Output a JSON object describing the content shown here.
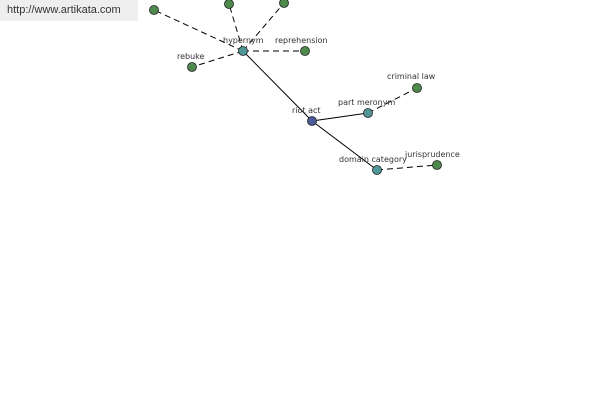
{
  "header": {
    "url": "http://www.artikata.com"
  },
  "colors": {
    "center_node": "#4a5a9c",
    "relation_node": "#4f9797",
    "leaf_node": "#4e8a4c"
  },
  "graph": {
    "nodes": {
      "center": {
        "label": "riot act",
        "kind": "center"
      },
      "hypernym": {
        "label": "hypernym",
        "kind": "relation"
      },
      "part_meronym": {
        "label": "part meronym",
        "kind": "relation"
      },
      "domain_category": {
        "label": "domain category",
        "kind": "relation"
      },
      "criminal_law": {
        "label": "criminal law",
        "kind": "leaf"
      },
      "jurisprudence": {
        "label": "jurisprudence",
        "kind": "leaf"
      },
      "rebuke": {
        "label": "rebuke",
        "kind": "leaf"
      },
      "reprehension": {
        "label": "reprehension",
        "kind": "leaf"
      },
      "leaf_a": {
        "label": "",
        "kind": "leaf"
      },
      "leaf_b": {
        "label": "",
        "kind": "leaf"
      },
      "leaf_c": {
        "label": "",
        "kind": "leaf"
      }
    },
    "edges": [
      {
        "from": "center",
        "to": "hypernym",
        "style": "solid"
      },
      {
        "from": "center",
        "to": "part_meronym",
        "style": "solid"
      },
      {
        "from": "center",
        "to": "domain_category",
        "style": "solid"
      },
      {
        "from": "part_meronym",
        "to": "criminal_law",
        "style": "dashed"
      },
      {
        "from": "domain_category",
        "to": "jurisprudence",
        "style": "dashed"
      },
      {
        "from": "hypernym",
        "to": "rebuke",
        "style": "dashed"
      },
      {
        "from": "hypernym",
        "to": "reprehension",
        "style": "dashed"
      },
      {
        "from": "hypernym",
        "to": "leaf_a",
        "style": "dashed"
      },
      {
        "from": "hypernym",
        "to": "leaf_b",
        "style": "dashed"
      },
      {
        "from": "hypernym",
        "to": "leaf_c",
        "style": "dashed"
      }
    ]
  }
}
